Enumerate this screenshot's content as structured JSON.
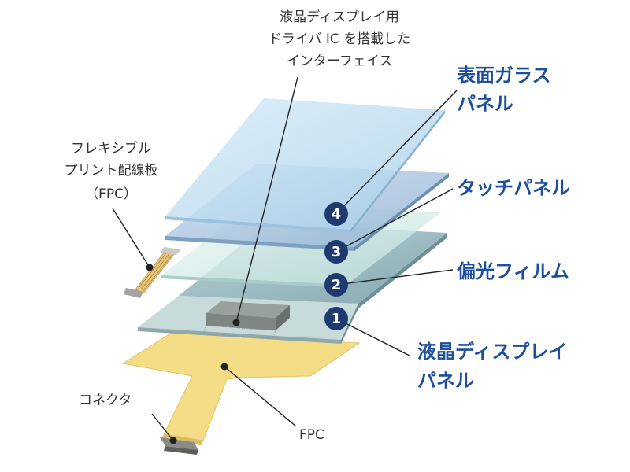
{
  "labels": {
    "driver_ic": [
      "液晶ディスプレイ用",
      "ドライバ IC を搭載した",
      "インターフェイス"
    ],
    "fpc_printed": [
      "フレキシブル",
      "プリント配線板",
      "（FPC）"
    ],
    "connector": "コネクタ",
    "fpc": "FPC"
  },
  "layers": [
    {
      "number": "4",
      "lines": [
        "表面ガラス",
        "パネル"
      ]
    },
    {
      "number": "3",
      "lines": [
        "タッチパネル"
      ]
    },
    {
      "number": "2",
      "lines": [
        "偏光フィルム"
      ]
    },
    {
      "number": "1",
      "lines": [
        "液晶ディスプレイ",
        "パネル"
      ]
    }
  ],
  "colors": {
    "accent_blue": "#1d4f9c",
    "badge_navy": "#1e3a6e",
    "fpc_yellow": "#f5dc86",
    "glass": "#bcdcf0",
    "touch": "#a9c6df",
    "film": "#cfe9e6",
    "lcd": "#9fbcc2"
  }
}
